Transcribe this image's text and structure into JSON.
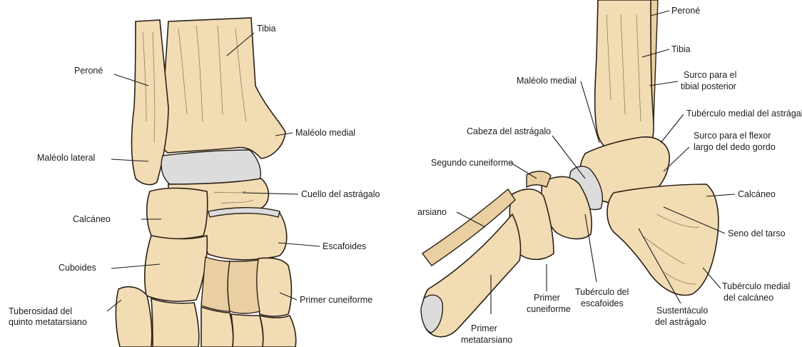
{
  "panels": {
    "left": {
      "labels": {
        "tibia": "Tibia",
        "perone": "Peroné",
        "maleolo_medial": "Maléolo medial",
        "maleolo_lateral": "Maléolo lateral",
        "cuello_astragalo": "Cuello del astrágalo",
        "calcaneo": "Calcáneo",
        "escafoides": "Escafoides",
        "cuboides": "Cuboides",
        "primer_cuneiforme": "Primer cuneiforme",
        "tuberosidad_1": "Tuberosidad del",
        "tuberosidad_2": "quinto metatarsiano"
      }
    },
    "right": {
      "labels": {
        "perone": "Peroné",
        "tibia": "Tibia",
        "surco_tibial_1": "Surco para el",
        "surco_tibial_2": "tibial posterior",
        "maleolo_medial": "Maléolo medial",
        "tuberculo_medial_astragalo": "Tubérculo medial del astrágalo",
        "surco_flexor_1": "Surco para el flexor",
        "surco_flexor_2": "largo del dedo gordo",
        "cabeza_astragalo": "Cabeza del astrágalo",
        "segundo_cuneiforme": "Segundo cuneiforme",
        "calcaneo": "Calcáneo",
        "metatarsiano_cut": "arsiano",
        "seno_tarso": "Seno del tarso",
        "primer_cuneiforme_1": "Primer",
        "primer_cuneiforme_2": "cuneiforme",
        "tuberculo_escafoides_1": "Tubérculo del",
        "tuberculo_escafoides_2": "escafoides",
        "sustentaculo_1": "Sustentáculo",
        "sustentaculo_2": "del astrágalo",
        "tuberculo_calcaneo_1": "Tubérculo medial",
        "tuberculo_calcaneo_2": "del calcáneo",
        "primer_metatarsiano_1": "Primer",
        "primer_metatarsiano_2": "metatarsiano"
      }
    }
  },
  "colors": {
    "bone": "#f2dcb4",
    "cartilage": "#dcdcdc",
    "outline": "#2a2015",
    "text": "#1c1c1c"
  }
}
